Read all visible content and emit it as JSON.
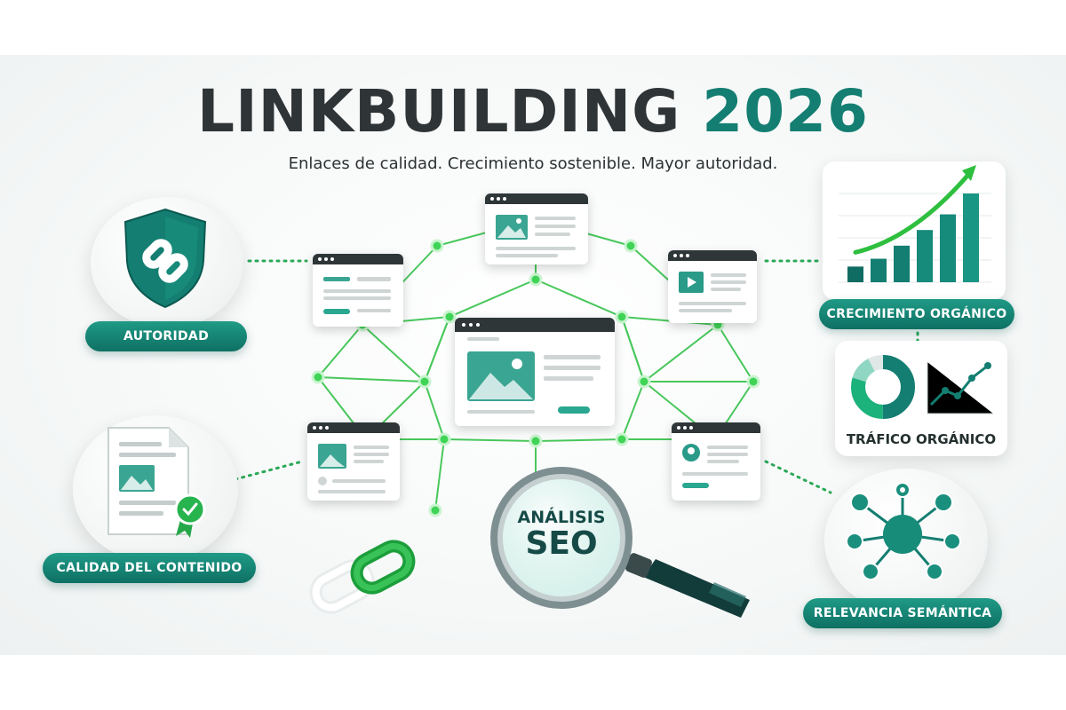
{
  "header": {
    "title_main": "LINKBUILDING",
    "title_year": "2026",
    "subtitle": "Enlaces de calidad. Crecimiento sostenible. Mayor autoridad."
  },
  "labels": {
    "autoridad": "AUTORIDAD",
    "calidad": "CALIDAD DEL CONTENIDO",
    "crecimiento": "CRECIMIENTO ORGÁNICO",
    "trafico": "TRÁFICO ORGÁNICO",
    "relevancia": "RELEVANCIA SEMÁNTICA"
  },
  "seo": {
    "line1": "ANÁLISIS",
    "line2": "SEO"
  },
  "colors": {
    "teal": "#137e71",
    "teal_dark": "#0e5f56",
    "green": "#2fbf3f",
    "charcoal": "#2e3638"
  },
  "icons": {
    "autoridad": "shield-link-icon",
    "calidad": "document-certified-icon",
    "crecimiento": "growth-bar-chart-icon",
    "trafico": "donut-chart-icon",
    "relevancia": "network-hub-icon",
    "seo": "magnifying-glass-icon",
    "chain": "chain-link-icon"
  },
  "chart_data": {
    "type": "bar",
    "values": [
      12,
      18,
      28,
      40,
      52,
      68
    ],
    "trend": "up"
  }
}
